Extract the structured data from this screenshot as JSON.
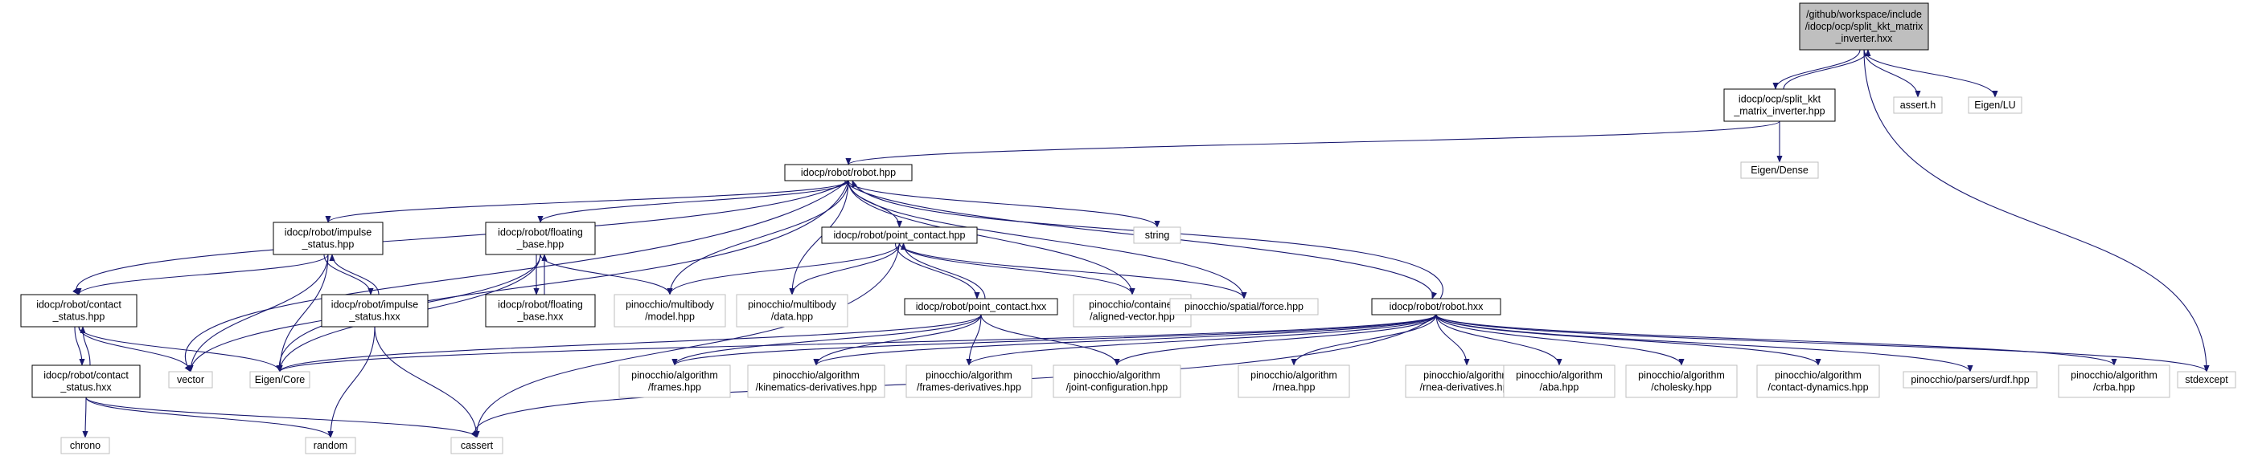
{
  "colors": {
    "edge": "#191970",
    "node_border": "#000000",
    "external_border": "#bfbfbf",
    "highlight_fill": "#bfbfbf",
    "background": "#ffffff"
  },
  "nodes": [
    {
      "id": "root",
      "lines": [
        "/github/workspace/include",
        "/idocp/ocp/split_kkt_matrix",
        "_inverter.hxx"
      ],
      "kind": "highlight"
    },
    {
      "id": "skmi_hpp",
      "lines": [
        "idocp/ocp/split_kkt",
        "_matrix_inverter.hpp"
      ],
      "kind": "internal"
    },
    {
      "id": "assert_h",
      "lines": [
        "assert.h"
      ],
      "kind": "external"
    },
    {
      "id": "eigen_lu",
      "lines": [
        "Eigen/LU"
      ],
      "kind": "external"
    },
    {
      "id": "eigen_dense",
      "lines": [
        "Eigen/Dense"
      ],
      "kind": "external"
    },
    {
      "id": "robot_hpp",
      "lines": [
        "idocp/robot/robot.hpp"
      ],
      "kind": "internal"
    },
    {
      "id": "string",
      "lines": [
        "string"
      ],
      "kind": "external"
    },
    {
      "id": "impulse_hpp",
      "lines": [
        "idocp/robot/impulse",
        "_status.hpp"
      ],
      "kind": "internal"
    },
    {
      "id": "floating_hpp",
      "lines": [
        "idocp/robot/floating",
        "_base.hpp"
      ],
      "kind": "internal"
    },
    {
      "id": "point_contact_hpp",
      "lines": [
        "idocp/robot/point_contact.hpp"
      ],
      "kind": "internal"
    },
    {
      "id": "contact_hpp",
      "lines": [
        "idocp/robot/contact",
        "_status.hpp"
      ],
      "kind": "internal"
    },
    {
      "id": "impulse_hxx",
      "lines": [
        "idocp/robot/impulse",
        "_status.hxx"
      ],
      "kind": "internal"
    },
    {
      "id": "floating_hxx",
      "lines": [
        "idocp/robot/floating",
        "_base.hxx"
      ],
      "kind": "internal"
    },
    {
      "id": "model_hpp",
      "lines": [
        "pinocchio/multibody",
        "/model.hpp"
      ],
      "kind": "external"
    },
    {
      "id": "data_hpp",
      "lines": [
        "pinocchio/multibody",
        "/data.hpp"
      ],
      "kind": "external"
    },
    {
      "id": "point_contact_hxx",
      "lines": [
        "idocp/robot/point_contact.hxx"
      ],
      "kind": "internal"
    },
    {
      "id": "aligned_vector",
      "lines": [
        "pinocchio/container",
        "/aligned-vector.hpp"
      ],
      "kind": "external"
    },
    {
      "id": "force_hpp",
      "lines": [
        "pinocchio/spatial/force.hpp"
      ],
      "kind": "external"
    },
    {
      "id": "robot_hxx",
      "lines": [
        "idocp/robot/robot.hxx"
      ],
      "kind": "internal"
    },
    {
      "id": "stdexcept",
      "lines": [
        "stdexcept"
      ],
      "kind": "external"
    },
    {
      "id": "contact_hxx",
      "lines": [
        "idocp/robot/contact",
        "_status.hxx"
      ],
      "kind": "internal"
    },
    {
      "id": "vector",
      "lines": [
        "vector"
      ],
      "kind": "external"
    },
    {
      "id": "eigen_core",
      "lines": [
        "Eigen/Core"
      ],
      "kind": "external"
    },
    {
      "id": "frames_hpp",
      "lines": [
        "pinocchio/algorithm",
        "/frames.hpp"
      ],
      "kind": "external"
    },
    {
      "id": "kin_deriv",
      "lines": [
        "pinocchio/algorithm",
        "/kinematics-derivatives.hpp"
      ],
      "kind": "external"
    },
    {
      "id": "frames_deriv",
      "lines": [
        "pinocchio/algorithm",
        "/frames-derivatives.hpp"
      ],
      "kind": "external"
    },
    {
      "id": "joint_config",
      "lines": [
        "pinocchio/algorithm",
        "/joint-configuration.hpp"
      ],
      "kind": "external"
    },
    {
      "id": "rnea_hpp",
      "lines": [
        "pinocchio/algorithm",
        "/rnea.hpp"
      ],
      "kind": "external"
    },
    {
      "id": "rnea_deriv",
      "lines": [
        "pinocchio/algorithm",
        "/rnea-derivatives.hpp"
      ],
      "kind": "external"
    },
    {
      "id": "aba_hpp",
      "lines": [
        "pinocchio/algorithm",
        "/aba.hpp"
      ],
      "kind": "external"
    },
    {
      "id": "cholesky_hpp",
      "lines": [
        "pinocchio/algorithm",
        "/cholesky.hpp"
      ],
      "kind": "external"
    },
    {
      "id": "contact_dyn",
      "lines": [
        "pinocchio/algorithm",
        "/contact-dynamics.hpp"
      ],
      "kind": "external"
    },
    {
      "id": "urdf_hpp",
      "lines": [
        "pinocchio/parsers/urdf.hpp"
      ],
      "kind": "external"
    },
    {
      "id": "crba_hpp",
      "lines": [
        "pinocchio/algorithm",
        "/crba.hpp"
      ],
      "kind": "external"
    },
    {
      "id": "chrono",
      "lines": [
        "chrono"
      ],
      "kind": "external"
    },
    {
      "id": "random",
      "lines": [
        "random"
      ],
      "kind": "external"
    },
    {
      "id": "cassert",
      "lines": [
        "cassert"
      ],
      "kind": "external"
    }
  ],
  "edges": [
    [
      "root",
      "skmi_hpp"
    ],
    [
      "root",
      "assert_h"
    ],
    [
      "root",
      "eigen_lu"
    ],
    [
      "root",
      "stdexcept"
    ],
    [
      "skmi_hpp",
      "root"
    ],
    [
      "skmi_hpp",
      "eigen_dense"
    ],
    [
      "skmi_hpp",
      "robot_hpp"
    ],
    [
      "robot_hpp",
      "string"
    ],
    [
      "robot_hpp",
      "impulse_hpp"
    ],
    [
      "robot_hpp",
      "floating_hpp"
    ],
    [
      "robot_hpp",
      "point_contact_hpp"
    ],
    [
      "robot_hpp",
      "contact_hpp"
    ],
    [
      "robot_hpp",
      "vector"
    ],
    [
      "robot_hpp",
      "eigen_core"
    ],
    [
      "robot_hpp",
      "model_hpp"
    ],
    [
      "robot_hpp",
      "data_hpp"
    ],
    [
      "robot_hpp",
      "aligned_vector"
    ],
    [
      "robot_hpp",
      "force_hpp"
    ],
    [
      "robot_hpp",
      "robot_hxx"
    ],
    [
      "impulse_hpp",
      "contact_hpp"
    ],
    [
      "impulse_hpp",
      "impulse_hxx"
    ],
    [
      "impulse_hpp",
      "vector"
    ],
    [
      "impulse_hpp",
      "eigen_core"
    ],
    [
      "impulse_hxx",
      "impulse_hpp"
    ],
    [
      "impulse_hxx",
      "random"
    ],
    [
      "impulse_hxx",
      "cassert"
    ],
    [
      "floating_hpp",
      "floating_hxx"
    ],
    [
      "floating_hpp",
      "model_hpp"
    ],
    [
      "floating_hpp",
      "vector"
    ],
    [
      "floating_hpp",
      "eigen_core"
    ],
    [
      "floating_hxx",
      "floating_hpp"
    ],
    [
      "point_contact_hpp",
      "model_hpp"
    ],
    [
      "point_contact_hpp",
      "data_hpp"
    ],
    [
      "point_contact_hpp",
      "point_contact_hxx"
    ],
    [
      "point_contact_hpp",
      "aligned_vector"
    ],
    [
      "point_contact_hpp",
      "force_hpp"
    ],
    [
      "point_contact_hpp",
      "cassert"
    ],
    [
      "point_contact_hxx",
      "point_contact_hpp"
    ],
    [
      "point_contact_hxx",
      "eigen_core"
    ],
    [
      "point_contact_hxx",
      "frames_hpp"
    ],
    [
      "point_contact_hxx",
      "kin_deriv"
    ],
    [
      "point_contact_hxx",
      "frames_deriv"
    ],
    [
      "point_contact_hxx",
      "joint_config"
    ],
    [
      "contact_hpp",
      "contact_hxx"
    ],
    [
      "contact_hpp",
      "vector"
    ],
    [
      "contact_hpp",
      "eigen_core"
    ],
    [
      "contact_hxx",
      "contact_hpp"
    ],
    [
      "contact_hxx",
      "chrono"
    ],
    [
      "contact_hxx",
      "random"
    ],
    [
      "contact_hxx",
      "cassert"
    ],
    [
      "robot_hxx",
      "robot_hpp"
    ],
    [
      "robot_hxx",
      "eigen_core"
    ],
    [
      "robot_hxx",
      "frames_hpp"
    ],
    [
      "robot_hxx",
      "kin_deriv"
    ],
    [
      "robot_hxx",
      "frames_deriv"
    ],
    [
      "robot_hxx",
      "joint_config"
    ],
    [
      "robot_hxx",
      "rnea_hpp"
    ],
    [
      "robot_hxx",
      "rnea_deriv"
    ],
    [
      "robot_hxx",
      "aba_hpp"
    ],
    [
      "robot_hxx",
      "cholesky_hpp"
    ],
    [
      "robot_hxx",
      "contact_dyn"
    ],
    [
      "robot_hxx",
      "urdf_hpp"
    ],
    [
      "robot_hxx",
      "crba_hpp"
    ],
    [
      "robot_hxx",
      "stdexcept"
    ],
    [
      "robot_hxx",
      "cassert"
    ]
  ]
}
